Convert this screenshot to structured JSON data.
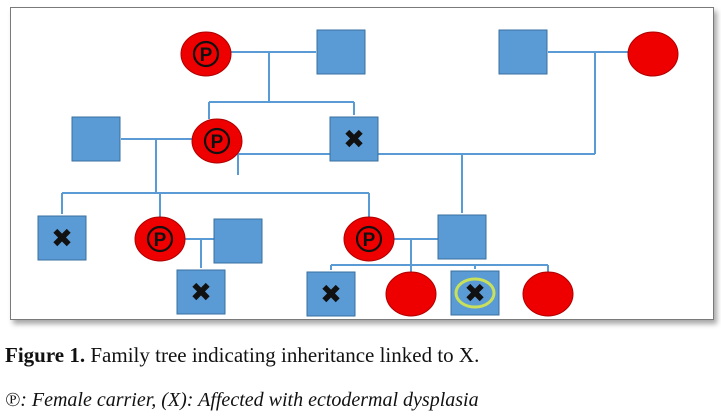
{
  "colors": {
    "female": "#ee0000",
    "female_stroke": "#b00000",
    "male": "#5b9bd5",
    "male_stroke": "#3a6fa0",
    "line": "#5b9bd5",
    "mark": "#111111",
    "highlight": "#c8e05a"
  },
  "legend_symbols": {
    "carrier": "P",
    "affected": "✖"
  },
  "caption": {
    "figure_label": "Figure 1.",
    "figure_text": " Family tree indicating inheritance linked to X.",
    "legend_line": "℗: Female carrier, (X): Affected with ectodermal dysplasia"
  },
  "pedigree": {
    "individuals": [
      {
        "id": "g1-grandmother-left",
        "sex": "female",
        "status": "carrier"
      },
      {
        "id": "g1-grandfather-left",
        "sex": "male",
        "status": "unaffected"
      },
      {
        "id": "g1-grandfather-right",
        "sex": "male",
        "status": "unaffected"
      },
      {
        "id": "g1-grandmother-right",
        "sex": "female",
        "status": "unaffected"
      },
      {
        "id": "g2-husband",
        "sex": "male",
        "status": "unaffected"
      },
      {
        "id": "g2-wife",
        "sex": "female",
        "status": "carrier"
      },
      {
        "id": "g2-brother",
        "sex": "male",
        "status": "affected"
      },
      {
        "id": "g3-son",
        "sex": "male",
        "status": "affected"
      },
      {
        "id": "g3-daughter-1",
        "sex": "female",
        "status": "carrier"
      },
      {
        "id": "g3-daughter-1-husband",
        "sex": "male",
        "status": "unaffected"
      },
      {
        "id": "g3-daughter-2",
        "sex": "female",
        "status": "carrier"
      },
      {
        "id": "g3-daughter-2-husband",
        "sex": "male",
        "status": "unaffected"
      },
      {
        "id": "g4-son-a",
        "sex": "male",
        "status": "affected"
      },
      {
        "id": "g4-son-b",
        "sex": "male",
        "status": "affected"
      },
      {
        "id": "g4-daughter-b",
        "sex": "female",
        "status": "unaffected"
      },
      {
        "id": "g4-proband",
        "sex": "male",
        "status": "affected-proband"
      },
      {
        "id": "g4-daughter-c",
        "sex": "female",
        "status": "unaffected"
      }
    ]
  }
}
